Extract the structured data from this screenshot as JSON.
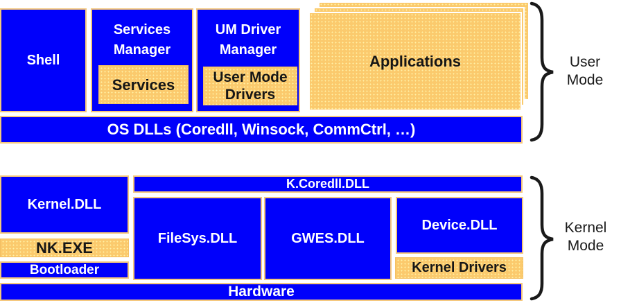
{
  "user_mode": {
    "brace_label": "User Mode",
    "shell_label": "Shell",
    "services_manager_label": "Services Manager",
    "services_label": "Services",
    "um_driver_manager_label": "UM Driver Manager",
    "user_mode_drivers_label": "User Mode Drivers",
    "applications_label": "Applications",
    "os_dlls_label": "OS DLLs (Coredll, Winsock, CommCtrl, …)"
  },
  "kernel_mode": {
    "brace_label": "Kernel Mode",
    "kernel_dll_label": "Kernel.DLL",
    "nk_exe_label": "NK.EXE",
    "bootloader_label": "Bootloader",
    "k_coredll_label": "K.Coredll.DLL",
    "filesys_label": "FileSys.DLL",
    "gwes_label": "GWES.DLL",
    "device_label": "Device.DLL",
    "kernel_drivers_label": "Kernel Drivers",
    "hardware_label": "Hardware"
  },
  "colors": {
    "box_blue": "#0000fb",
    "box_orange_fill": "#fbca6d",
    "box_orange_dot": "#fff2a8",
    "box_border_tan": "#f5c87d",
    "text_on_blue": "#ffffff",
    "text_on_orange": "#161616",
    "brace_black": "#1a1a1a",
    "background": "#ffffff"
  }
}
